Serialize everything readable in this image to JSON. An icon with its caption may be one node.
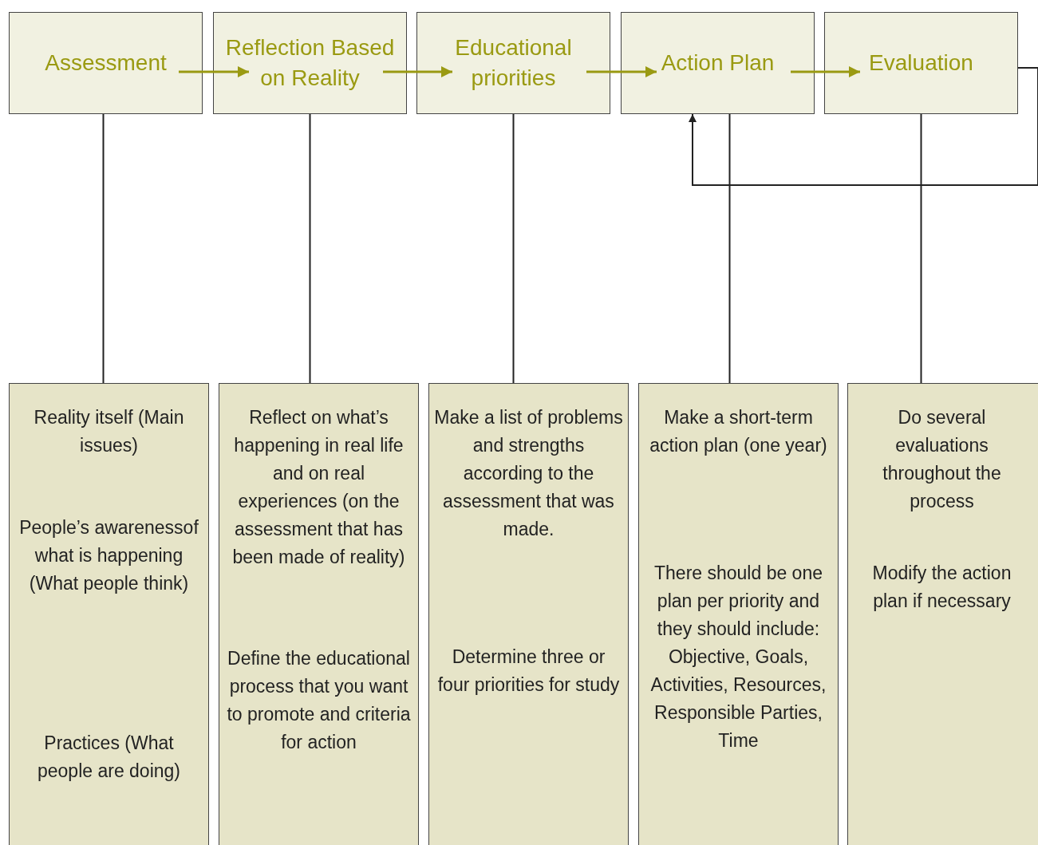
{
  "diagram": {
    "nodes": [
      {
        "text": [
          "Assessment"
        ]
      },
      {
        "text": [
          "Reflection Based on Reality"
        ]
      },
      {
        "text": [
          "Educational priorities"
        ]
      },
      {
        "text": [
          "Action Plan"
        ]
      },
      {
        "text": [
          "Evaluation"
        ]
      },
      {
        "text": [
          "Reality itself (Main issues)",
          "People’s awarenessof what is happening (What people think)",
          "Practices (What people are doing)"
        ]
      },
      {
        "text": [
          "Reflect on what’s happening in real life and on real experiences (on the assessment that has been made of reality)",
          "Define the educational process that you want to promote and criteria for action"
        ]
      },
      {
        "text": [
          "Make a list of problems and strengths according to the assessment that was made.",
          "Determine three or four priorities for study"
        ]
      },
      {
        "text": [
          "Make a short-term action plan (one year)",
          "There should be one plan per priority and they should include: Objective, Goals, Activities, Resources, Responsible Parties, Time"
        ]
      },
      {
        "text": [
          "Do several evaluations throughout the process",
          "Modify the action plan if necessary"
        ]
      }
    ],
    "edges": [
      {
        "from": 0,
        "to": 1,
        "arrow": "to",
        "color": "#9a9a12"
      },
      {
        "from": 1,
        "to": 2,
        "arrow": "to",
        "color": "#9a9a12"
      },
      {
        "from": 2,
        "to": 3,
        "arrow": "to",
        "color": "#9a9a12"
      },
      {
        "from": 3,
        "to": 4,
        "arrow": "to",
        "color": "#9a9a12"
      },
      {
        "from": 4,
        "to": 3,
        "arrow": "to"
      },
      {
        "from": 0,
        "to": 5,
        "arrow": "none"
      },
      {
        "from": 1,
        "to": 6,
        "arrow": "none"
      },
      {
        "from": 2,
        "to": 7,
        "arrow": "none"
      },
      {
        "from": 3,
        "to": 8,
        "arrow": "none"
      },
      {
        "from": 4,
        "to": 9,
        "arrow": "none"
      }
    ]
  }
}
